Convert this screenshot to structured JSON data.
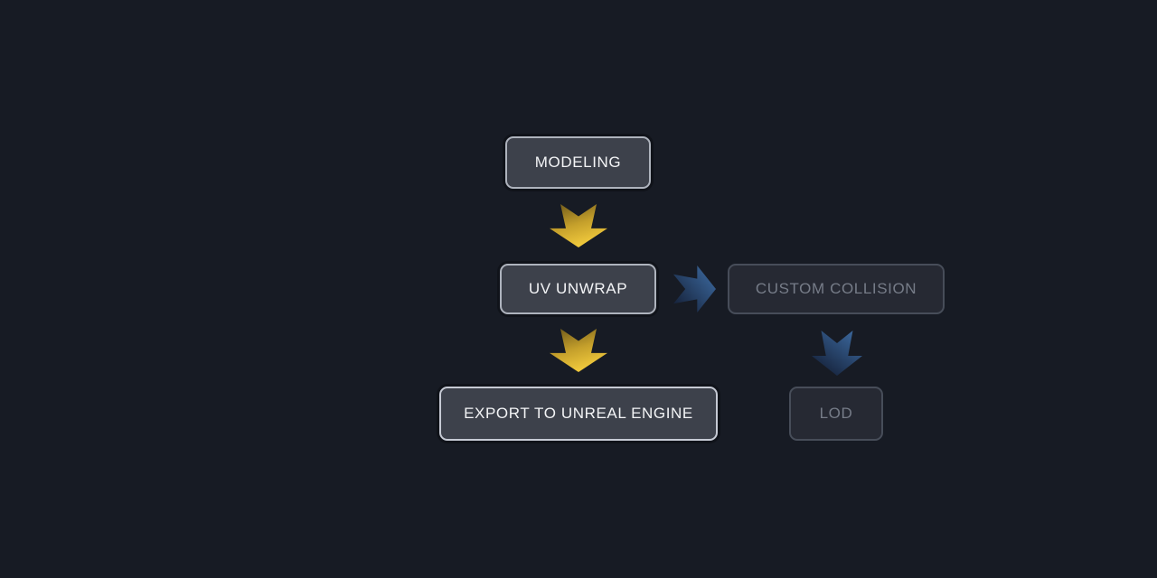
{
  "diagram": {
    "nodes": {
      "modeling": {
        "label": "MODELING",
        "state": "active"
      },
      "uv_unwrap": {
        "label": "UV UNWRAP",
        "state": "active"
      },
      "custom_collision": {
        "label": "CUSTOM COLLISION",
        "state": "disabled"
      },
      "export_unreal": {
        "label": "EXPORT TO UNREAL ENGINE",
        "state": "active"
      },
      "lod": {
        "label": "LOD",
        "state": "disabled"
      }
    },
    "edges": [
      {
        "from": "modeling",
        "to": "uv_unwrap",
        "direction": "down",
        "theme": "gold"
      },
      {
        "from": "uv_unwrap",
        "to": "custom_collision",
        "direction": "right",
        "theme": "blue"
      },
      {
        "from": "uv_unwrap",
        "to": "export_unreal",
        "direction": "down",
        "theme": "gold"
      },
      {
        "from": "custom_collision",
        "to": "lod",
        "direction": "down",
        "theme": "blue"
      }
    ]
  },
  "colors": {
    "background": "#171b24",
    "node_active_fill": "#3d414b",
    "node_active_border": "#aeb3bd",
    "node_emph_border": "#c6cad4",
    "node_active_text": "#f3f4f6",
    "node_disabled_fill": "#262933",
    "node_disabled_border": "#474d59",
    "node_disabled_text": "#767c88",
    "arrow_gold_start": "#6a5519",
    "arrow_gold_mid": "#c49f2b",
    "arrow_gold_end": "#f0c93c",
    "arrow_blue_light": "#3f6fa7",
    "arrow_blue_dark": "#141f36"
  }
}
